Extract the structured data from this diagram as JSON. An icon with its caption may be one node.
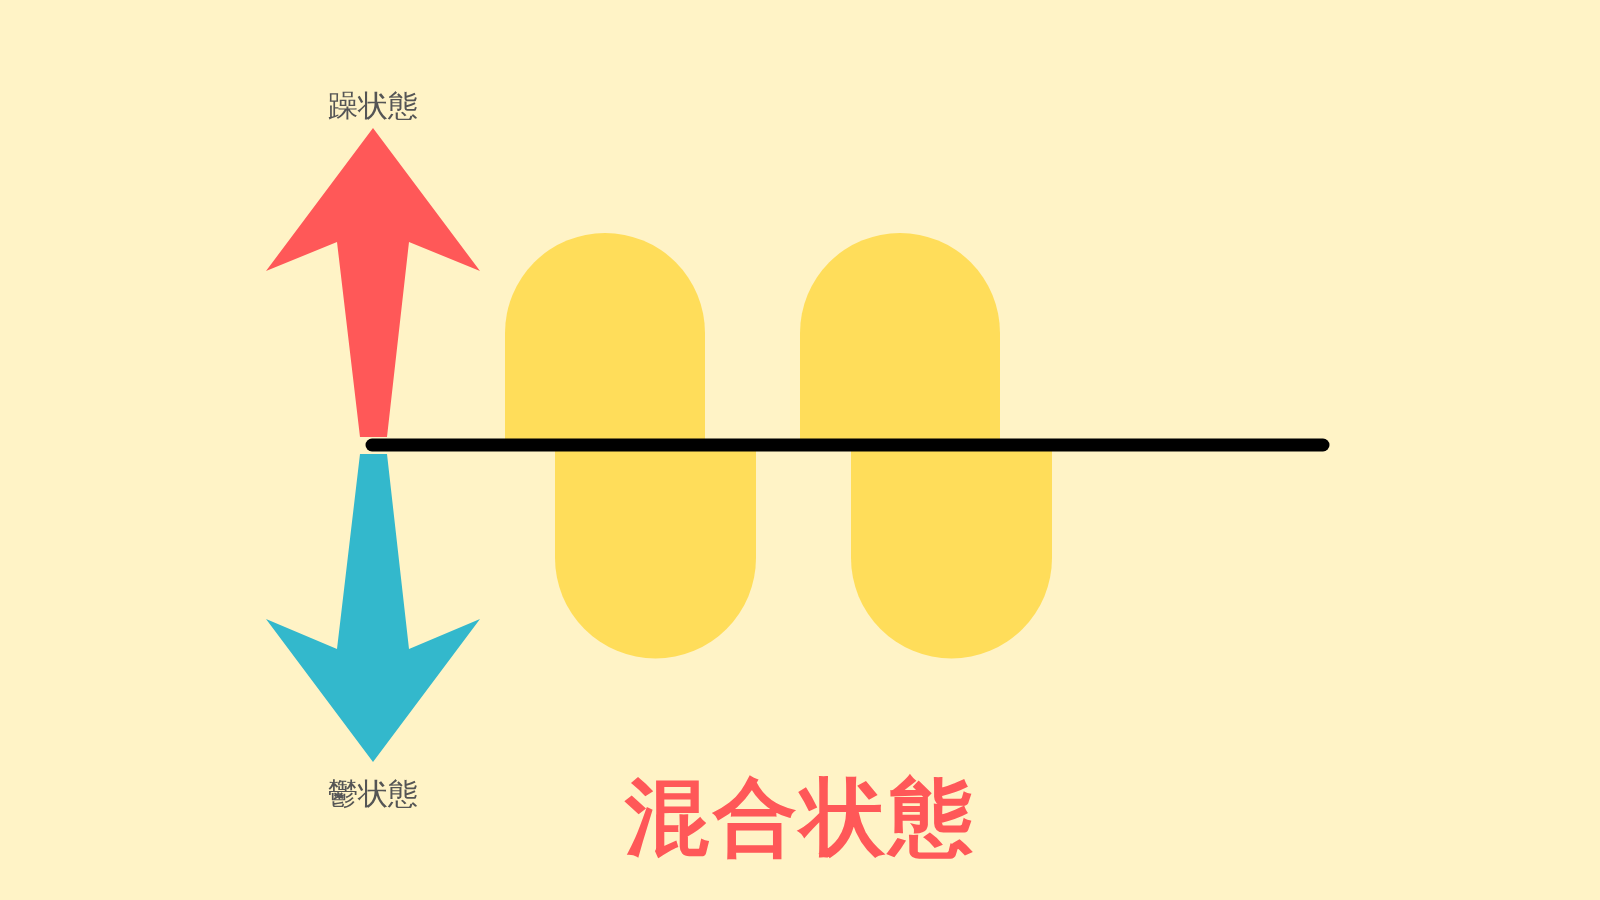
{
  "diagram": {
    "title": "混合状態",
    "labels": [
      "躁状態",
      "鬱状態"
    ]
  }
}
